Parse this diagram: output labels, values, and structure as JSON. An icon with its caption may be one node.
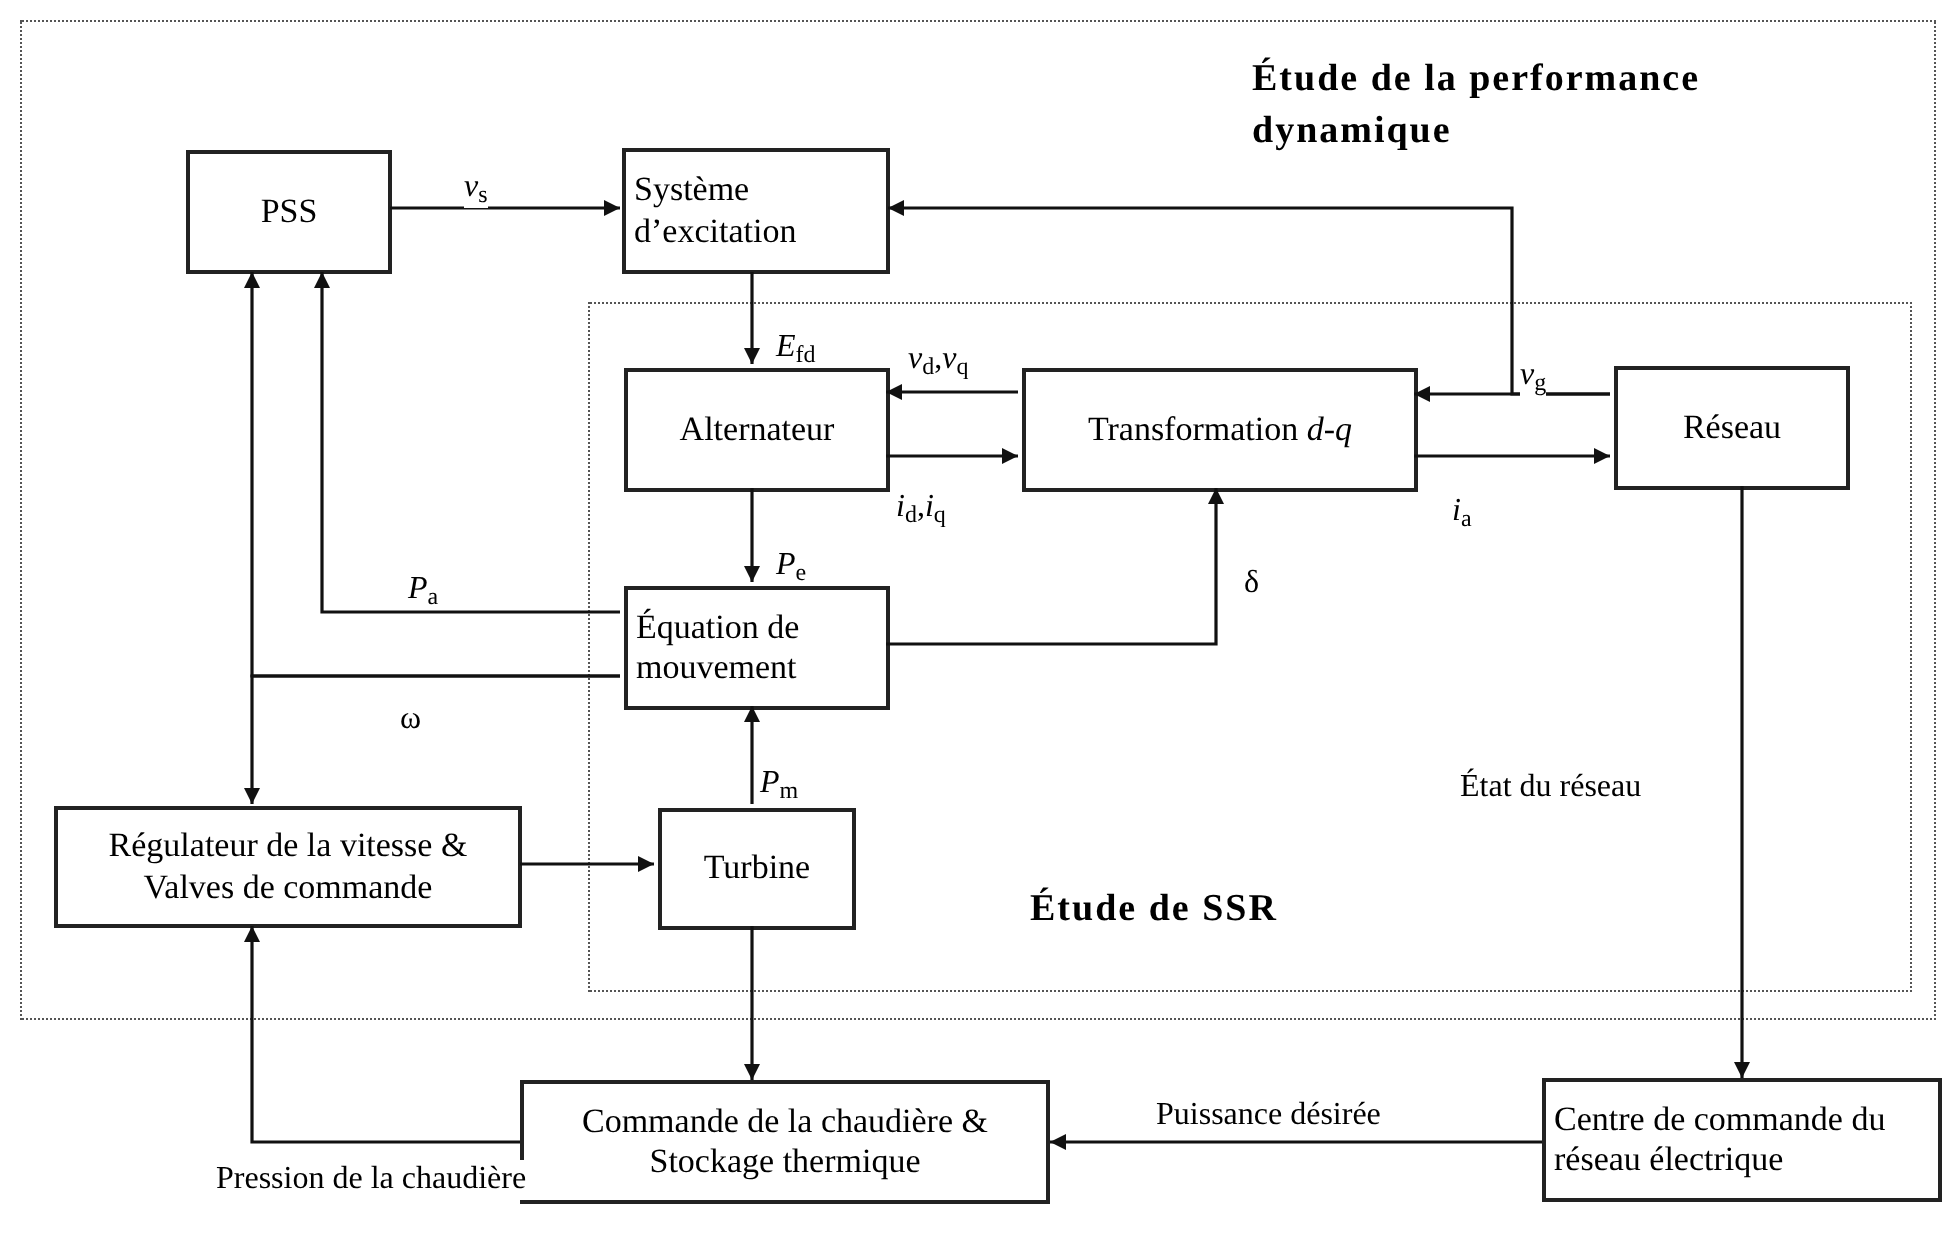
{
  "diagram": {
    "nodes": [
      {
        "text": [
          "Étude de la performance dynamique"
        ]
      },
      {
        "text": [
          "Étude de SSR"
        ],
        "in": 0
      },
      {
        "text": [
          "PSS"
        ],
        "in": 0
      },
      {
        "text": [
          "Système d’excitation"
        ],
        "in": 0
      },
      {
        "text": [
          "Alternateur"
        ],
        "in": 1
      },
      {
        "text": [
          "Transformation *d-q*"
        ],
        "in": 1
      },
      {
        "text": [
          "Réseau"
        ],
        "in": 1
      },
      {
        "text": [
          "Équation de mouvement"
        ],
        "in": 1
      },
      {
        "text": [
          "Régulateur de la vitesse & Valves de commande"
        ],
        "in": 0
      },
      {
        "text": [
          "Turbine"
        ],
        "in": 1
      },
      {
        "text": [
          "Commande de la chaudière & Stockage thermique"
        ]
      },
      {
        "text": [
          "Centre de commande du réseau électrique"
        ]
      }
    ],
    "edges": [
      {
        "from": 2,
        "to": 3,
        "arrow": "to",
        "label": "*v*$_{s}$"
      },
      {
        "from": 6,
        "to": 3,
        "arrow": "to"
      },
      {
        "from": 3,
        "to": 4,
        "arrow": "to",
        "label": "*E*$_{fd}$"
      },
      {
        "from": 5,
        "to": 4,
        "arrow": "to",
        "label": "*v*$_{d}$,*v*$_{q}$"
      },
      {
        "from": 4,
        "to": 5,
        "arrow": "to",
        "label": "*i*$_{d}$,*i*$_{q}$"
      },
      {
        "from": 5,
        "to": 6,
        "arrow": "to",
        "label": "*i*$_{a}$"
      },
      {
        "from": 6,
        "to": 5,
        "arrow": "to",
        "label": "*v*$_{g}$"
      },
      {
        "from": 4,
        "to": 7,
        "arrow": "to",
        "label": "*P*$_{e}$"
      },
      {
        "from": 7,
        "to": 2,
        "arrow": "to",
        "label": "*P*$_{a}$"
      },
      {
        "from": 7,
        "to": 2,
        "arrow": "to",
        "label": "ω"
      },
      {
        "from": 7,
        "to": 8,
        "arrow": "to"
      },
      {
        "from": 7,
        "to": 5,
        "arrow": "to",
        "label": "δ"
      },
      {
        "from": 9,
        "to": 7,
        "arrow": "to",
        "label": "*P*$_{m}$"
      },
      {
        "from": 8,
        "to": 9,
        "arrow": "to"
      },
      {
        "from": 9,
        "to": 10,
        "arrow": "to"
      },
      {
        "from": 6,
        "to": 11,
        "arrow": "to",
        "label": "État du réseau"
      },
      {
        "from": 11,
        "to": 10,
        "arrow": "to",
        "label": "Puissance désirée"
      },
      {
        "from": 10,
        "to": 8,
        "arrow": "to",
        "label": "Pression de la chaudière"
      }
    ]
  }
}
